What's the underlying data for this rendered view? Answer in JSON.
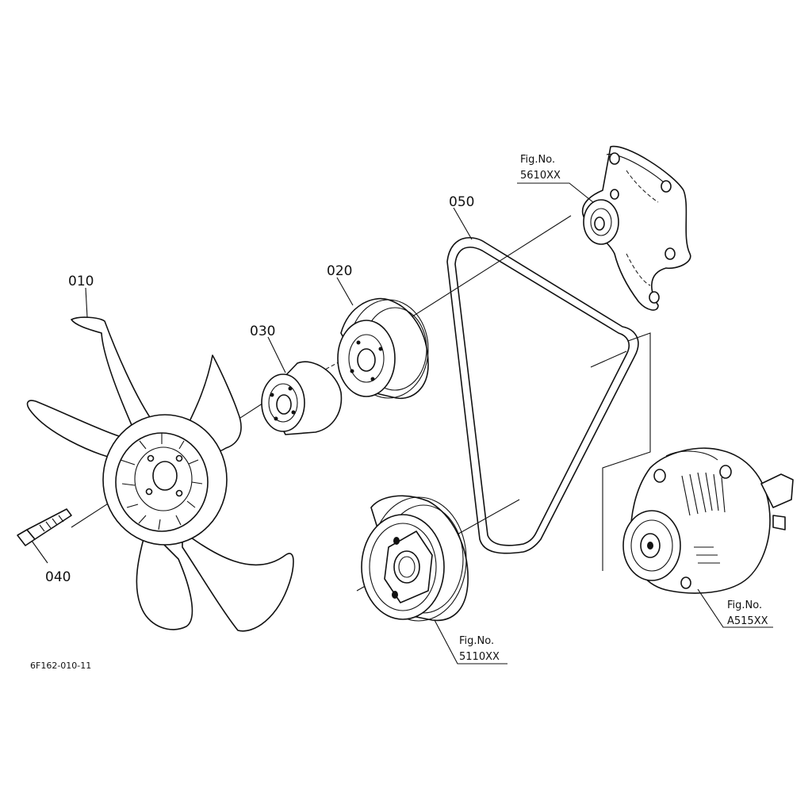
{
  "parts": [
    {
      "id": "010"
    },
    {
      "id": "020"
    },
    {
      "id": "030"
    },
    {
      "id": "040"
    },
    {
      "id": "050"
    }
  ],
  "references": [
    {
      "label": "Fig.No.",
      "number": "5610XX"
    },
    {
      "label": "Fig.No.",
      "number": "5110XX"
    },
    {
      "label": "Fig.No.",
      "number": "A515XX"
    }
  ],
  "drawing_code": "6F162-010-11"
}
